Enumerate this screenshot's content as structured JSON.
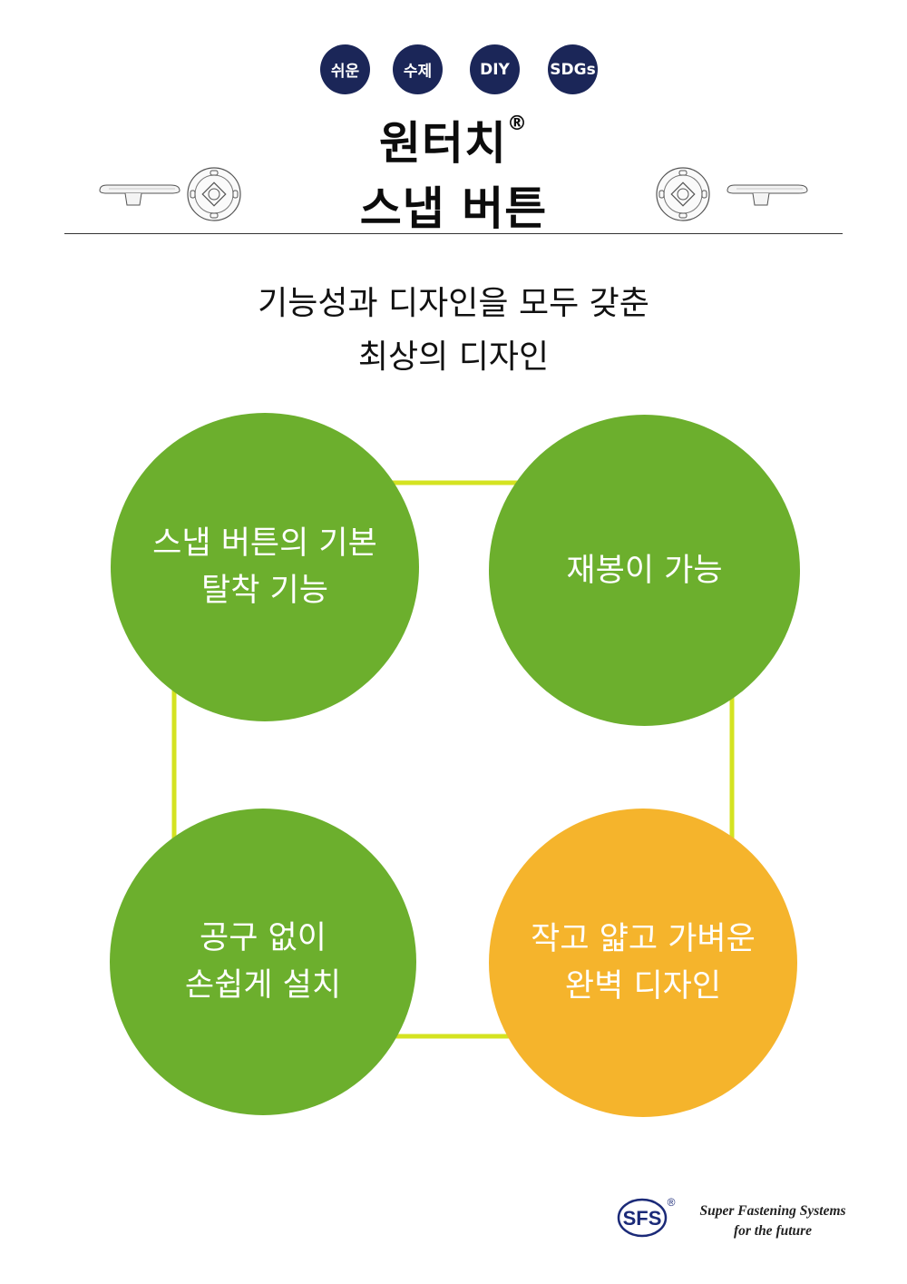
{
  "badges": [
    "쉬운",
    "수제",
    "DIY",
    "SDGs"
  ],
  "title": {
    "line1": "원터치",
    "reg": "®",
    "line2": "스냅 버튼"
  },
  "subtitle": {
    "line1": "기능성과 디자인을 모두 갖춘",
    "line2": "최상의 디자인"
  },
  "features": [
    {
      "line1": "스냅 버튼의 기본",
      "line2": "탈착 기능"
    },
    {
      "line1": "재봉이 가능",
      "line2": ""
    },
    {
      "line1": "공구 없이",
      "line2": "손쉽게 설치"
    },
    {
      "line1": "작고 얇고 가벼운",
      "line2": "완벽 디자인"
    }
  ],
  "colors": {
    "green": "#6caf2d",
    "orange": "#f5b42c",
    "ring": "#d4e321",
    "navy": "#1b2658"
  },
  "logo": {
    "mark": "SFS",
    "reg": "®",
    "tagline1": "Super Fastening Systems",
    "tagline2": "for the future"
  }
}
